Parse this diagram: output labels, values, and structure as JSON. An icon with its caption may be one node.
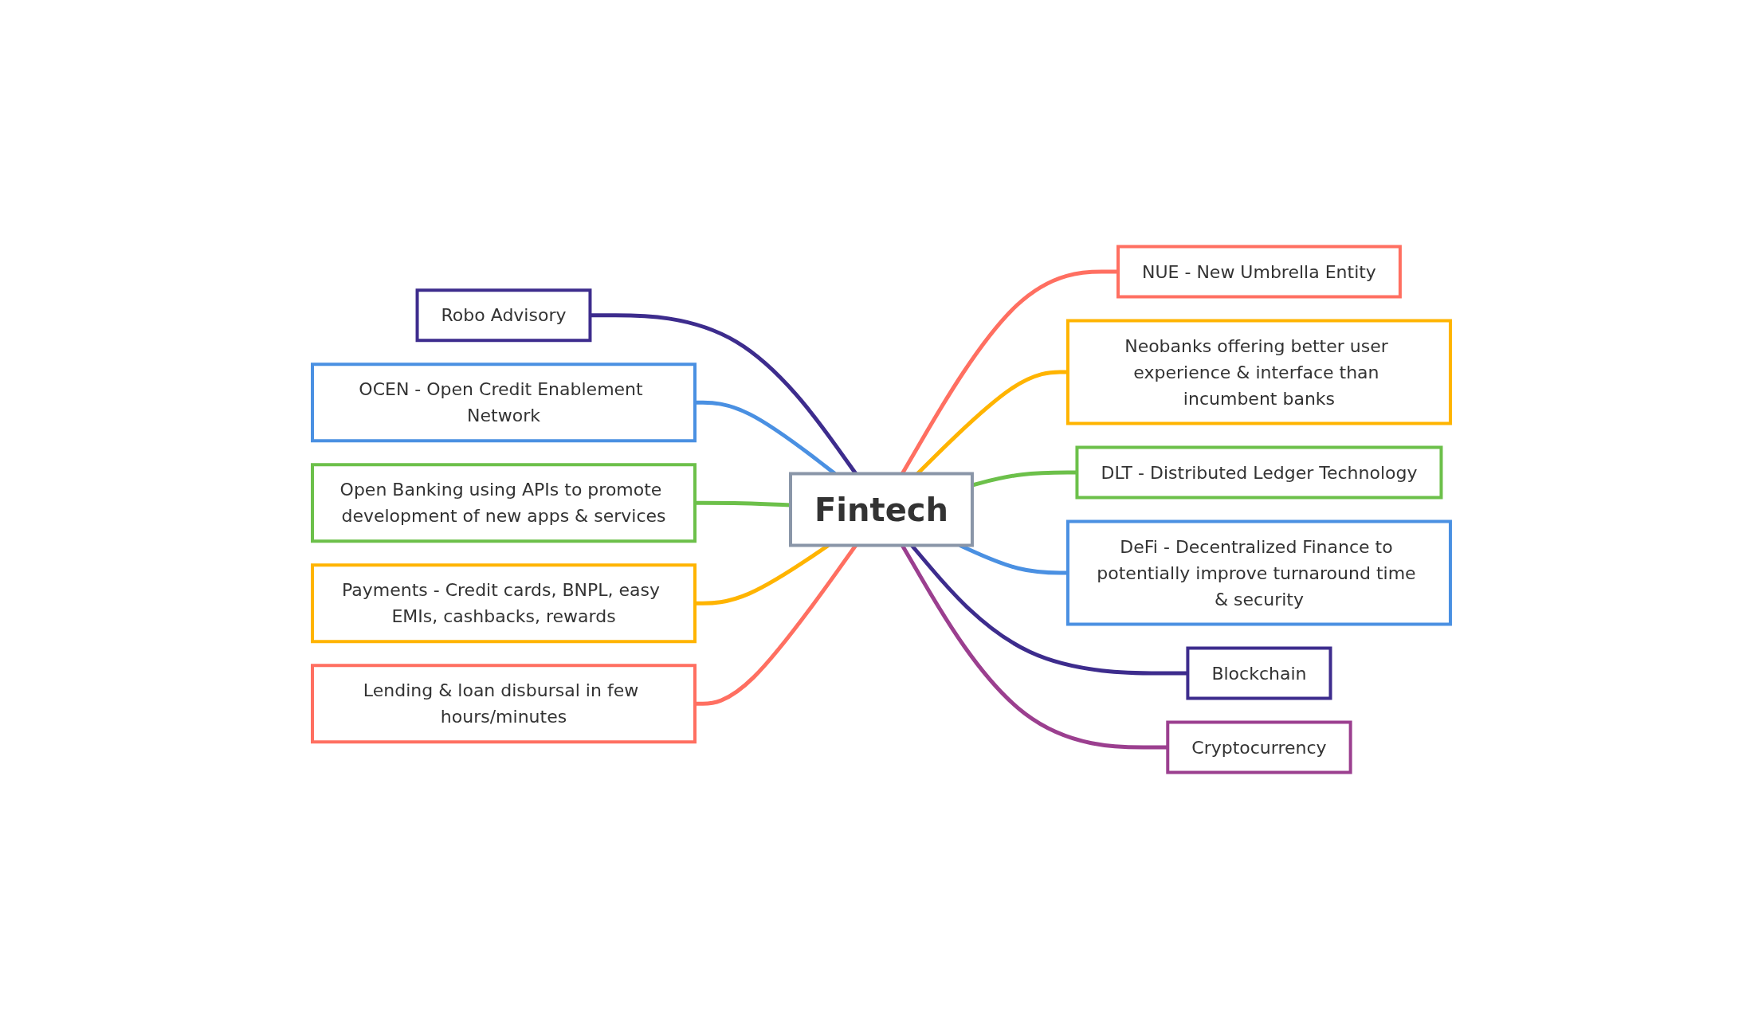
{
  "diagram": {
    "nodes": [
      {
        "text": [
          "Fintech"
        ]
      },
      {
        "text": [
          "Robo Advisory"
        ]
      },
      {
        "text": [
          "OCEN - Open Credit Enablement Network"
        ]
      },
      {
        "text": [
          "Open Banking using APIs to promote development of new apps & services"
        ]
      },
      {
        "text": [
          "Payments - Credit cards, BNPL, easy EMIs, cashbacks, rewards"
        ]
      },
      {
        "text": [
          "Lending & loan disbursal in few hours/minutes"
        ]
      },
      {
        "text": [
          "NUE - New Umbrella Entity"
        ]
      },
      {
        "text": [
          "Neobanks offering better user experience & interface than incumbent banks"
        ]
      },
      {
        "text": [
          "DLT - Distributed Ledger Technology"
        ]
      },
      {
        "text": [
          "DeFi - Decentralized Finance to potentially improve turnaround time & security"
        ]
      },
      {
        "text": [
          "Blockchain"
        ]
      },
      {
        "text": [
          "Cryptocurrency"
        ]
      }
    ],
    "edges": [
      {
        "from": 1,
        "to": 0,
        "arrow": "none",
        "color": "#3d2c8d"
      },
      {
        "from": 2,
        "to": 0,
        "arrow": "none",
        "color": "#4a90e2"
      },
      {
        "from": 3,
        "to": 0,
        "arrow": "none",
        "color": "#6cc04a"
      },
      {
        "from": 4,
        "to": 0,
        "arrow": "none",
        "color": "#ffb400"
      },
      {
        "from": 5,
        "to": 0,
        "arrow": "none",
        "color": "#ff6f61"
      },
      {
        "from": 0,
        "to": 6,
        "arrow": "none",
        "color": "#ff6f61"
      },
      {
        "from": 0,
        "to": 7,
        "arrow": "none",
        "color": "#ffb400"
      },
      {
        "from": 0,
        "to": 8,
        "arrow": "none",
        "color": "#6cc04a"
      },
      {
        "from": 0,
        "to": 9,
        "arrow": "none",
        "color": "#4a90e2"
      },
      {
        "from": 0,
        "to": 10,
        "arrow": "none",
        "color": "#3d2c8d"
      },
      {
        "from": 0,
        "to": 11,
        "arrow": "none",
        "color": "#9b3f8f"
      }
    ]
  }
}
